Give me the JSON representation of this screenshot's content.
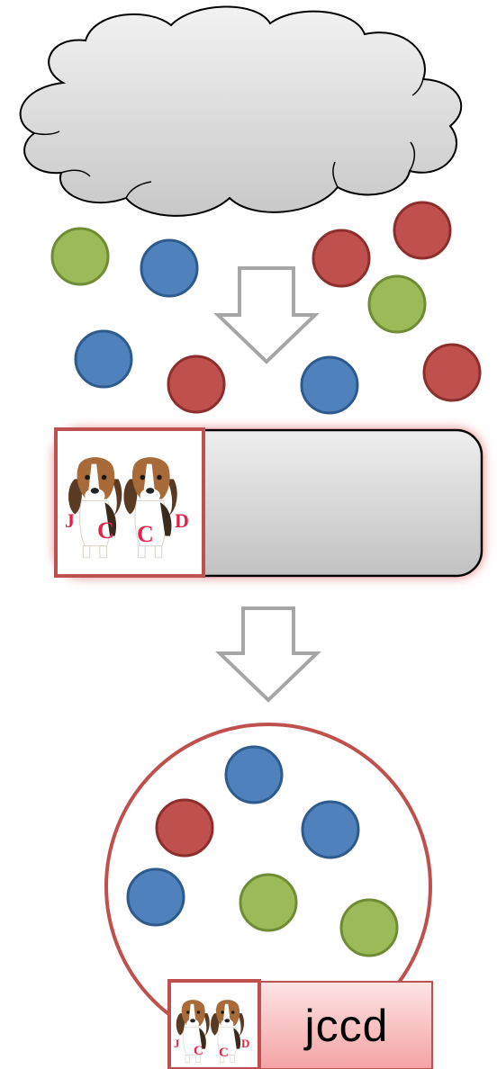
{
  "logo": {
    "letters": [
      "J",
      "C",
      "C",
      "D"
    ]
  },
  "label": {
    "text": "jccd"
  },
  "colors": {
    "green": "#9bbb59",
    "blue": "#4f81bd",
    "red": "#c0504d",
    "frame_red": "#c0504d",
    "cloud": "#d9d9d9",
    "arrow": "#a6a6a6"
  },
  "scatter_balls": [
    "green",
    "blue",
    "red",
    "red",
    "green",
    "blue",
    "red",
    "blue",
    "red"
  ],
  "collected_balls": [
    "blue",
    "red",
    "blue",
    "blue",
    "green",
    "green"
  ]
}
